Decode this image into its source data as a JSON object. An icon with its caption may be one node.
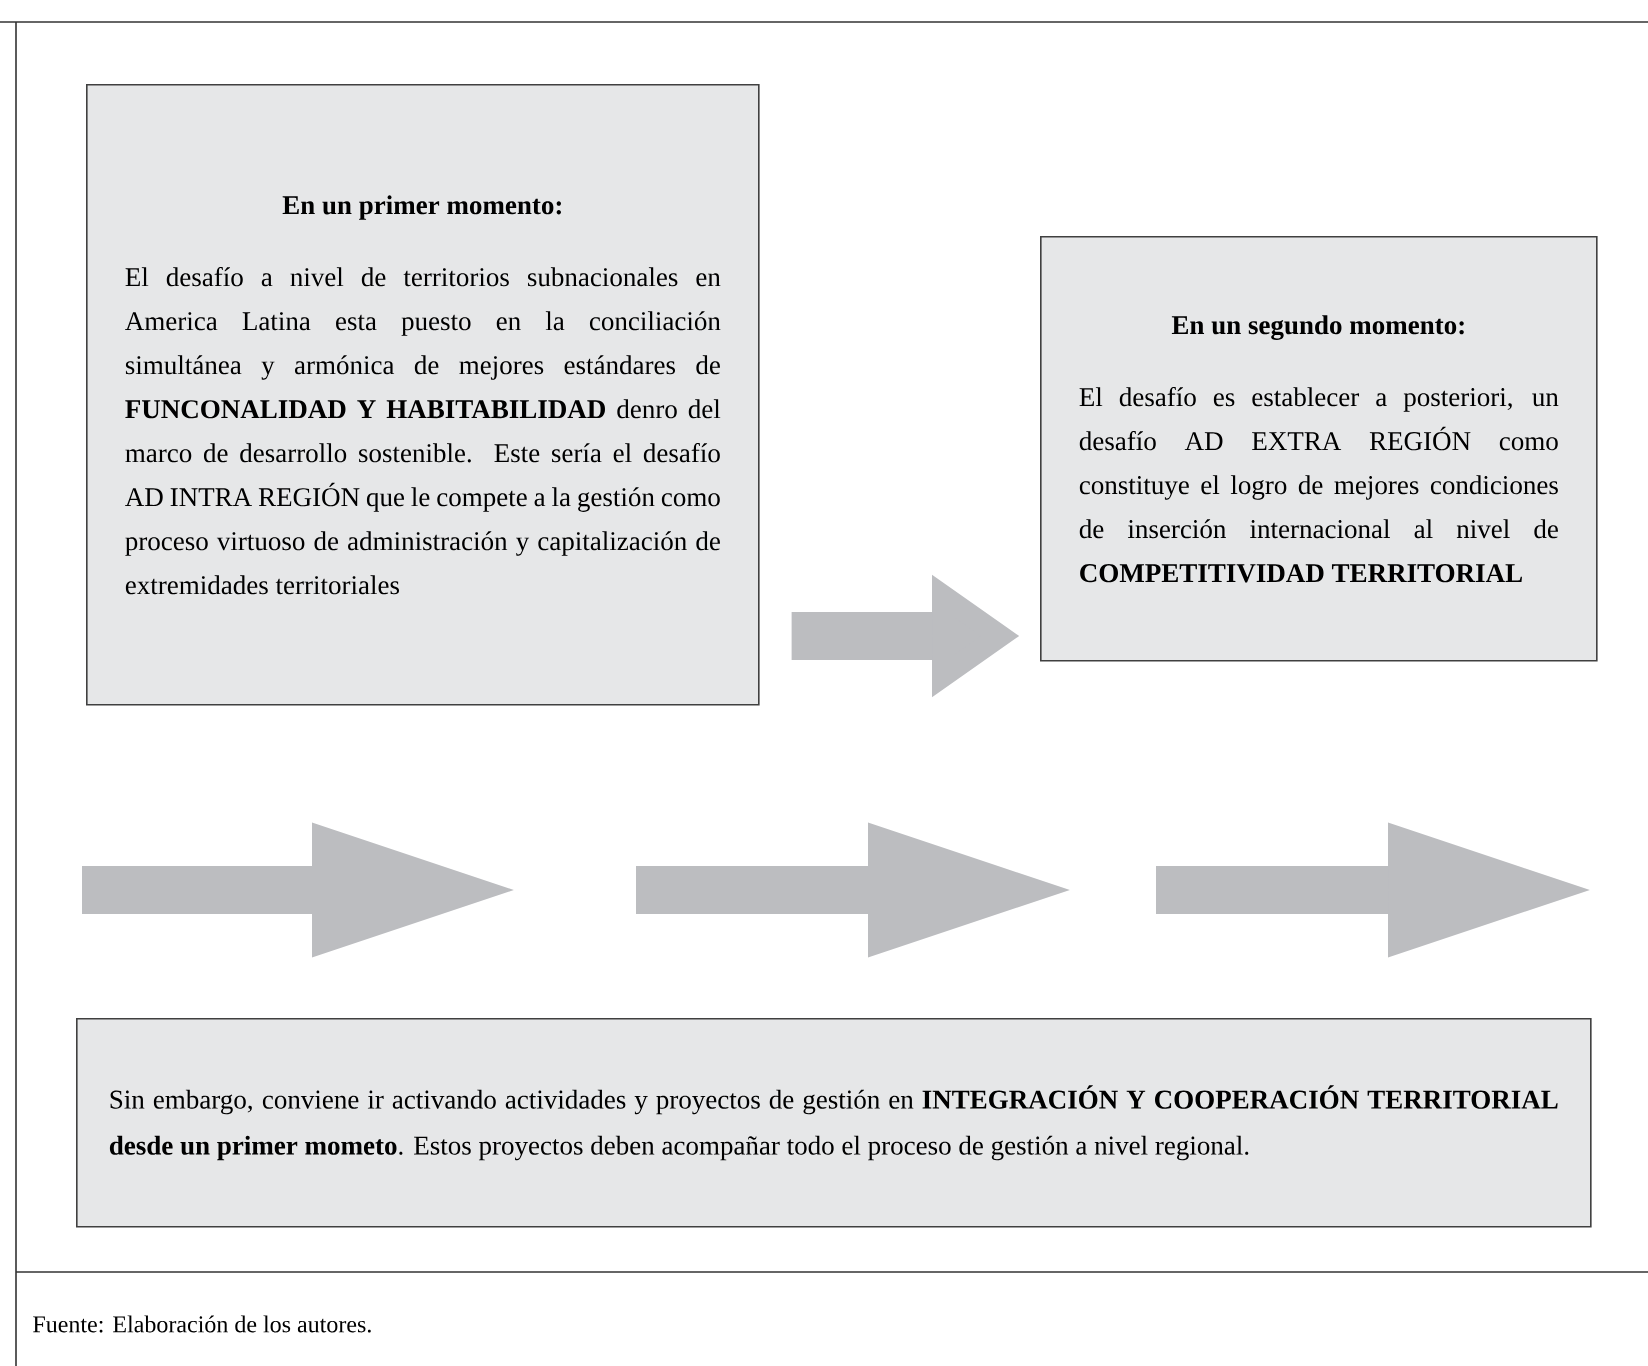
{
  "diagram": {
    "caption": "Fuente: Elaboración de los autores.",
    "nodes": [
      {
        "text": [
          "En un primer momento:",
          "El desafío a nivel de territorios subnacionales en America Latina esta puesto en la conciliación simultánea y armónica de mejores estándares de **FUNCONALIDAD Y HABITABILIDAD** denro del marco de desarrollo sostenible. Este sería el desafío AD INTRA REGIÓN que le compete a la gestión como proceso virtuoso de administración y capitalización de extremidades territoriales"
        ]
      },
      {
        "text": [
          "En un segundo momento:",
          "El desafío es establecer a posteriori, un desafío AD EXTRA REGIÓN como constituye el logro de mejores condiciones de inserción internacional al nivel de **COMPETITIVIDAD TERRITORIAL**"
        ]
      },
      {
        "text": [
          "Sin embargo, conviene ir activando actividades y proyectos de gestión en **INTEGRACIÓN Y COOPERACIÓN TERRITORIAL desde un primer mometo**. Estos proyectos deben acompañar todo el proceso de gestión a nivel regional."
        ]
      }
    ],
    "edges": [
      {
        "from": 0,
        "to": 1,
        "arrow": "to"
      }
    ]
  }
}
